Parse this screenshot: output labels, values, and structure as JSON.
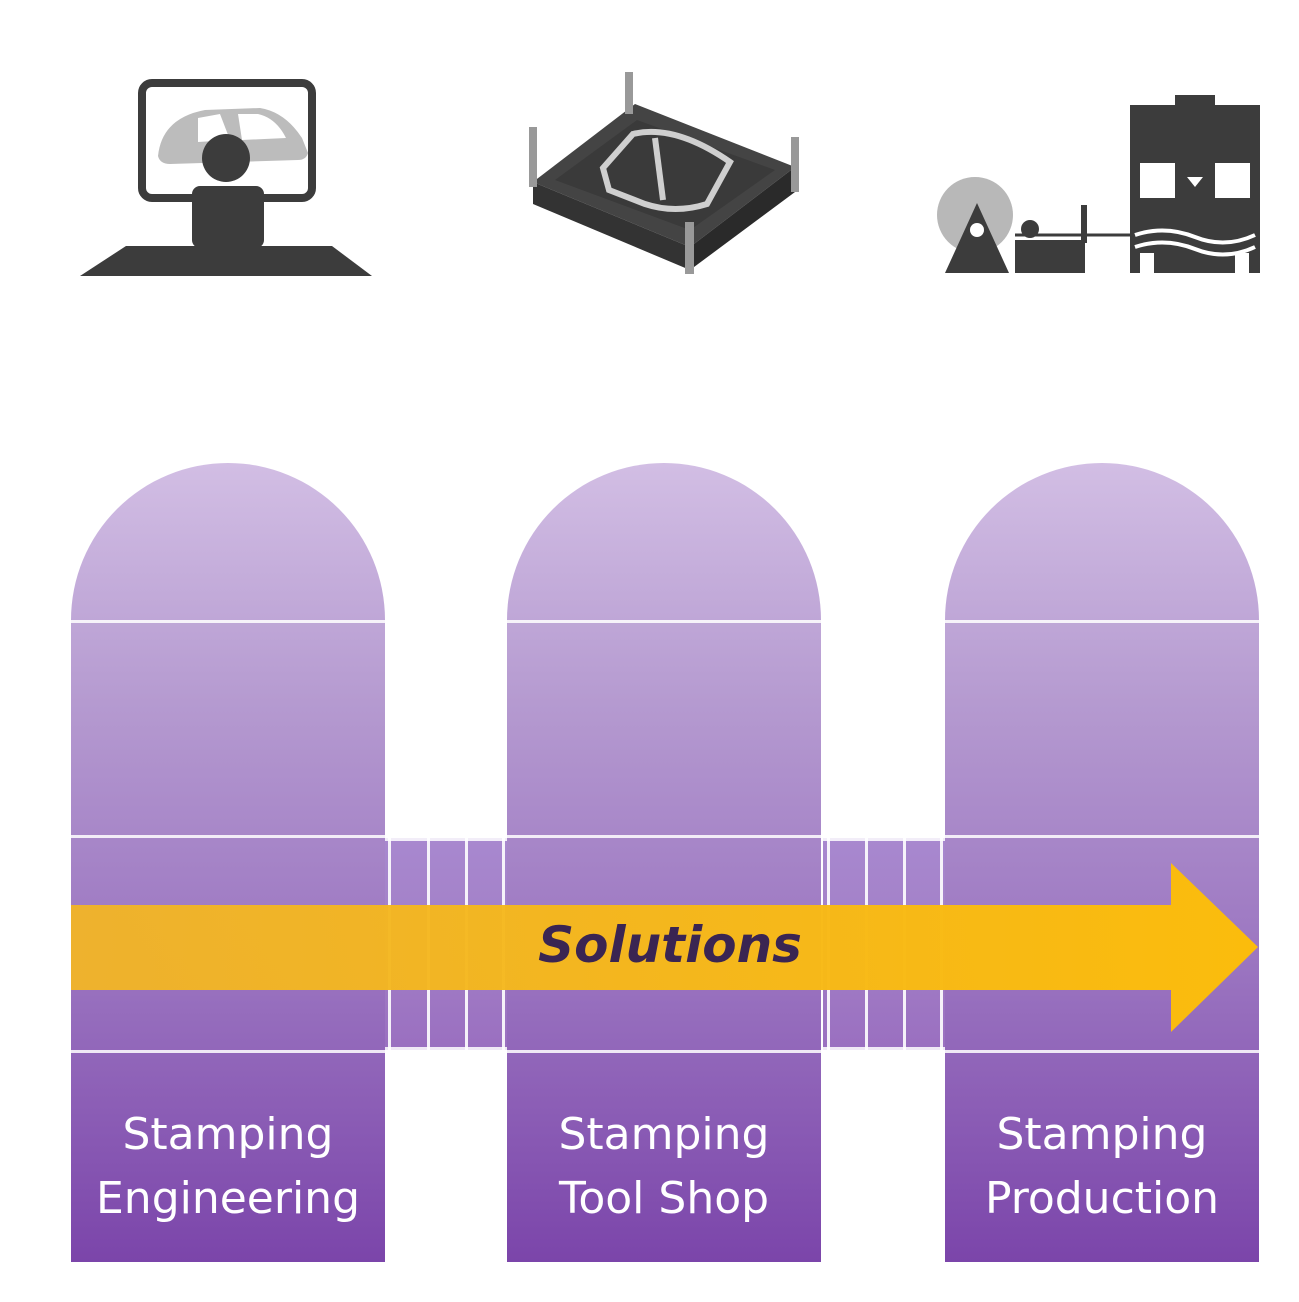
{
  "stages": [
    {
      "line1": "Stamping",
      "line2": "Engineering",
      "icon": "engineer-workstation-icon"
    },
    {
      "line1": "Stamping",
      "line2": "Tool Shop",
      "icon": "stamping-die-icon"
    },
    {
      "line1": "Stamping",
      "line2": "Production",
      "icon": "press-line-icon"
    }
  ],
  "arrow": {
    "label": "Solutions"
  },
  "colors": {
    "pillar_top": "#d2bee4",
    "pillar_bottom": "#7b45aa",
    "arrow": "#f6b81a",
    "arrow_text": "#3a2552",
    "icon_dark": "#3c3c3c",
    "icon_light": "#bcbcbc"
  }
}
